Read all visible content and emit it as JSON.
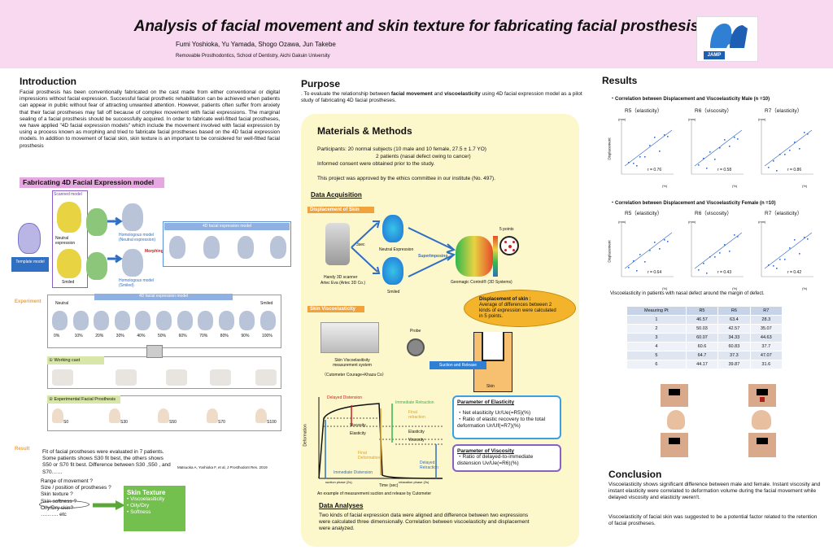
{
  "header": {
    "title": "Analysis of facial movement and skin texture for fabricating facial prosthesis",
    "authors": "Fumi Yoshioka, Yu Yamada, Shogo Ozawa, Jun Takebe",
    "affiliation": "Removable Prosthodontics, School of Dentistry, Aichi Gakuin University",
    "logo_text": "JAMP"
  },
  "intro": {
    "heading": "Introduction",
    "body": "Facial prosthesis has been conventionally fabricated on the cast made from either conventional or digital impressions without facial expression. Successful facial prosthetic rehabilitation can be achieved when patients can appear in public without fear of attracting unwanted attention. However, patients often suffer from anxiety that their facial prostheses may fall off because of complex movement with facial expressions. The marginal sealing of a facial prosthesis should be successfully acquired. In order to fabricate well-fitted facial prostheses, we have applied \"4D facial expression models\" which include the movement involved with facial expression by using a process known as morphing and tried to fabricate facial prostheses based on the 4D facial expression models. In addition to movement of facial skin, skin texture is an important to be considered for well-fitted facial prosthesis"
  },
  "fabricating": {
    "heading": "Fabricating 4D Facial  Expression model",
    "scanned_label": "Scanned model",
    "template_label": "Template model",
    "neutral_label": "Neutral expression",
    "smiled_label": "Smiled",
    "morphing_label": "Morphing",
    "homologous_neutral": "Homologous model (Neutral expression)",
    "homologous_smiled": "Homologous model (Smiled)",
    "model_4d_label": "4D facial expression model",
    "experiment_label": "Experiment",
    "model_4d_label2": "4D facial expression model",
    "neutral2": "Neutral",
    "smiled2": "Smiled",
    "percents": [
      "0%",
      "10%",
      "20%",
      "30%",
      "40%",
      "50%",
      "60%",
      "70%",
      "80%",
      "90%",
      "100%"
    ],
    "working_cast": "① Working cast",
    "experimental_prosthesis": "② Experimental Facial Prosthesis",
    "prosthesis_labels": [
      "S0",
      "S30",
      "S50",
      "S70",
      "S100"
    ]
  },
  "result": {
    "label": "Result",
    "body": "Fit of facial prostheses were evaluated in 7 patients. Some patients shows S30  fit best, the others shows S50 or S70 fit best. Difference between S30 ,S50 , and S70……",
    "citation": "Matsuoka A, Yoshioka F, et al, J Prosthodont Res. 2019",
    "questions": [
      "Range of movement ?",
      "Size / position of prostheses ?",
      "Skin texture ?",
      "Skin softness ?",
      "Oily/Dry skin?",
      "………. etc"
    ],
    "skin_texture_title": "Skin Texture",
    "skin_texture_items": [
      "• Viscoelasiticity",
      "• Oily/Dry",
      "• Softness"
    ]
  },
  "purpose": {
    "heading": "Purpose",
    "body_pre": ". To evaluate the relationship between ",
    "bold1": "facial movement",
    "mid": " and ",
    "bold2": "viscoelasticity",
    "body_post": " using 4D facial expression model as a pilot study of fabricating 4D facial prostheses."
  },
  "methods": {
    "heading": "Materials & Methods",
    "participants": "Participants: 20 normal subjects (10 male and 10 female, 27.5 ± 1.7 YO)",
    "patients": "2 patients (nasal defect owing to cancer)",
    "consent": "Informed consent were obtained prior to the study.",
    "ethics": "This project was approved by the ethics committee in our institute (No. 497).",
    "data_acq": "Data Acquisition",
    "displacement_tag": "Displacement of Skin",
    "sec_label": "3sec",
    "neutral_expr": "Neutral Expression",
    "smiled": "Smiled",
    "scanner": "Handy 3D scanner",
    "scanner2": "Artec Eva (Artec 3D Co.)",
    "superimposing": "SuperImposing",
    "geomagic": "Geomagic Control® (3D Systems)",
    "five_points": "5 points",
    "disp_callout_title": "Displacement of skin :",
    "disp_callout_body": "Average of differences between 2 kinds of expression were calculated in 5 points.",
    "visco_tag": "Skin Viscoelasticity",
    "probe": "Probe",
    "visco_system": "Skin Viscoelasitisity measurement system",
    "cutometer": "（Cutometer  Courage+Khaza Co）",
    "suction": "Suction and Release",
    "skin": "Skin",
    "curve_labels": {
      "delayed": "Delayed Distension",
      "immediate_retraction": "Immediate Retraction",
      "final_retraction": "Final retraction",
      "final_deformation": "Final Deformation",
      "viscosity": "Viscosity",
      "elasticity": "Elasticity",
      "viscosity2": "Viscosity",
      "delayed_retraction": "Delayed Retraction",
      "immediate_distension": "Immediate Distension",
      "x_axis": "Time (sec)",
      "y_axis": "Deformation",
      "suction_phase": "suction phase (2s)",
      "relaxation_phase": "relaxation phase (2s)"
    },
    "curve_caption": "An example of measurement  suction and release by Cutometer",
    "param_elasticity_title": "Parameter of Elasticity",
    "param_elasticity_1": "・Net elasiticity Ur/Ue(=R5)(%)",
    "param_elasticity_2": "・Ratio of elastic recovery to the total deformation Ur/Uf(=R7)(%)",
    "param_viscosity_title": "Parameter of Viscosity",
    "param_viscosity_1": "・Ratio of delayed-to-immediate distension Uv/Ue(=R6)(%)",
    "data_analyses": "Data Analyses",
    "data_analyses_body": "Two kinds of facial expression data were aligned and difference between two expressions were calculated three dimensionally. Correlation between viscoelasticity and displacement were analyzed."
  },
  "results": {
    "heading": "Results",
    "male_title": "・Correlation between Displacement and Viscoelasticity   Male  (n =10)",
    "female_title": "・Correlation between Displacement and Viscoelasticity  Female  (n =10)",
    "male_plots": [
      {
        "label": "R5（elasticity）",
        "r": "r = 0.76"
      },
      {
        "label": "R6（viscosity）",
        "r": "r = 0.58"
      },
      {
        "label": "R7（elasticity）",
        "r": "r = 0.86"
      }
    ],
    "female_plots": [
      {
        "label": "R5（elasticity）",
        "r": "r = 0.64"
      },
      {
        "label": "R6（viscosity）",
        "r": "r = 0.43"
      },
      {
        "label": "R7（elasticity）",
        "r": "r = 0.42"
      }
    ],
    "y_axis_label": "Displacement",
    "unit_mm": "(mm)",
    "unit_pct": "(%)",
    "nasal_note": "Viscoelasticity in patients with nasal defect around the margin of defect.",
    "table": {
      "headers": [
        "Meauring Pt",
        "R5",
        "R6",
        "R7"
      ],
      "rows": [
        [
          "1",
          "46.57",
          "63.4",
          "28.3"
        ],
        [
          "2",
          "50.03",
          "42.57",
          "35.07"
        ],
        [
          "3",
          "60.07",
          "34.33",
          "44.63"
        ],
        [
          "4",
          "60.6",
          "60.83",
          "37.7"
        ],
        [
          "5",
          "64.7",
          "37.3",
          "47.07"
        ],
        [
          "6",
          "44.17",
          "39.87",
          "31.6"
        ]
      ]
    }
  },
  "conclusion": {
    "heading": "Conclusion",
    "p1": "Viscoelasticity shows significant difference between male and female. Instant viscosity and instant elasticity were correlated to deformation volume during the facial movement while delayed viscosity and elasticity weren't.",
    "p2": "Viscoelasticity of facial skin was suggested to be a potential factor related to the retention of facial prostheses."
  }
}
